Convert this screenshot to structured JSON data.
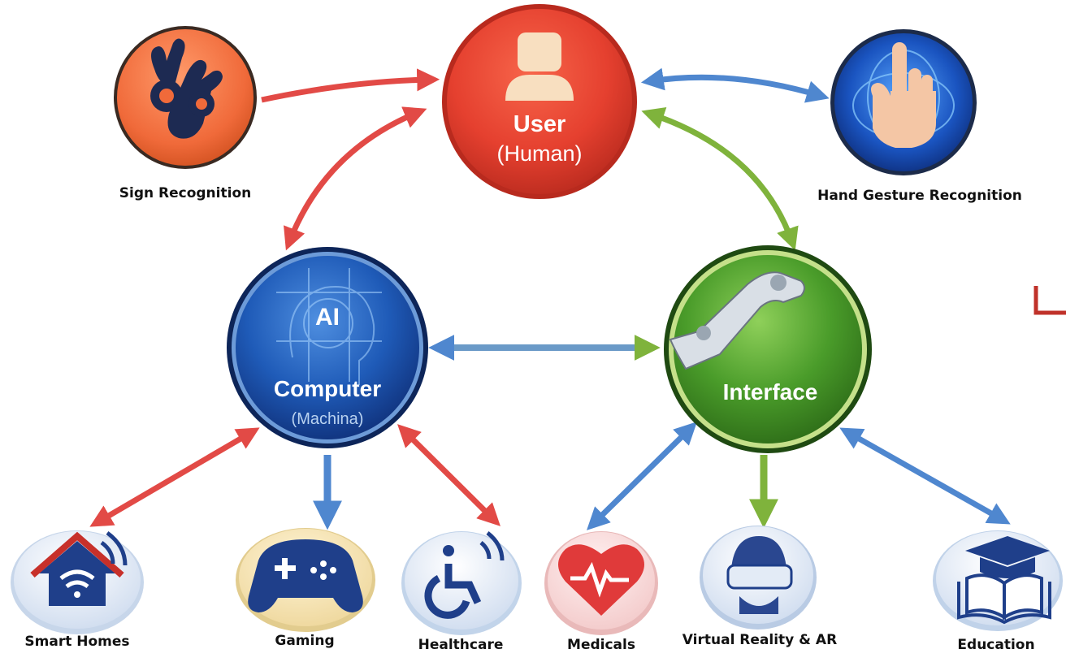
{
  "nodes": {
    "user": {
      "line1": "User",
      "line2": "(Human)"
    },
    "computer": {
      "badge": "AI",
      "line1": "Computer",
      "line2": "(Machina)"
    },
    "interface": {
      "line1": "Interface"
    }
  },
  "labels": {
    "sign_recognition": "Sign Recognition",
    "hand_gesture_recognition": "Hand Gesture Recognition",
    "smart_homes": "Smart Homes",
    "gaming": "Gaming",
    "healthcare": "Healthcare",
    "medicals": "Medicals",
    "virtual_reality": "Virtual Reality & AR",
    "education": "Education"
  },
  "icons": {
    "sign": "ok-hand-sign-icon",
    "gesture": "pointing-hand-icon",
    "user": "person-icon",
    "computer": "ai-head-icon",
    "interface": "robot-arm-icon",
    "smart_homes": "house-wifi-icon",
    "gaming": "gamepad-icon",
    "healthcare": "wheelchair-icon",
    "medicals": "heart-pulse-icon",
    "vr": "vr-headset-icon",
    "education": "graduation-book-icon"
  },
  "colors": {
    "user_red": "#e5402f",
    "computer_blue": "#1f4fa8",
    "interface_green": "#4a9c2a",
    "arrow_red": "#e24a46",
    "arrow_blue": "#4f87cf",
    "arrow_green": "#7fb33c"
  }
}
